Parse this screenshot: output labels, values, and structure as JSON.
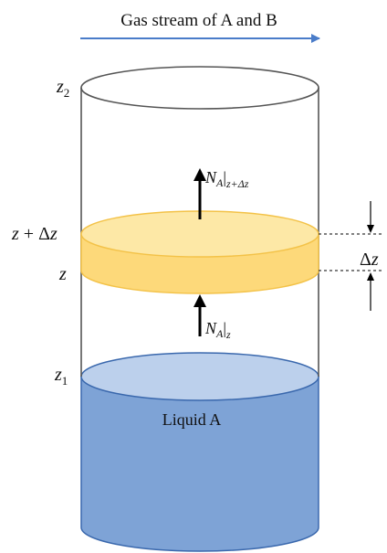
{
  "header": {
    "stream_label": "Gas stream of A and B"
  },
  "levels": {
    "z2": {
      "base": "z",
      "sub": "2"
    },
    "z1": {
      "base": "z",
      "sub": "1"
    },
    "z_plus": {
      "z": "z",
      "op": " + Δ",
      "var": "z"
    },
    "z": "z"
  },
  "flux": {
    "top": {
      "N": "N",
      "sub": "A",
      "bar": "|",
      "eval": "z+Δz"
    },
    "bottom": {
      "N": "N",
      "sub": "A",
      "bar": "|",
      "eval": "z"
    }
  },
  "thickness": {
    "delta": "Δ",
    "var": "z"
  },
  "liquid_label": "Liquid A",
  "colors": {
    "stream_arrow": "#4a7cc9",
    "slab_fill": "#fdd97a",
    "slab_top": "#fde8a6",
    "slab_edge": "#f3c248",
    "liquid_fill": "#7ea3d6",
    "liquid_top": "#bcd0ec",
    "liquid_edge": "#3a68ad",
    "cylinder_line": "#555555"
  }
}
